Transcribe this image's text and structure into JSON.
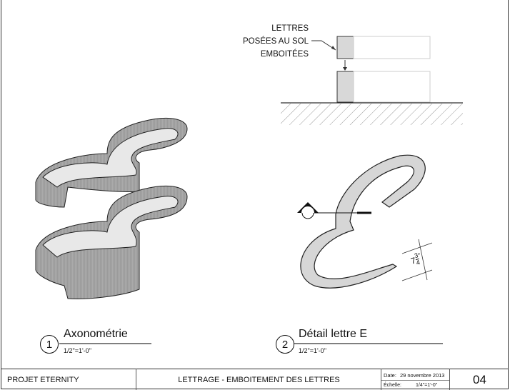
{
  "section_detail": {
    "label_lines": [
      "LETTRES",
      "POSÉES AU SOL",
      "EMBOITÉES"
    ]
  },
  "views": [
    {
      "number": "1",
      "title": "Axonométrie",
      "scale": "1/2\"=1'-0\""
    },
    {
      "number": "2",
      "title": "Détail lettre E",
      "scale": "1/2\"=1'-0\""
    }
  ],
  "dimension": {
    "whole": "7",
    "num": "3",
    "den": "4",
    "unit": "\""
  },
  "title_block": {
    "project": "PROJET ETERNITY",
    "sheet_title": "LETTRAGE - EMBOITEMENT DES LETTRES",
    "date_label": "Date:",
    "date_value": "29 novembre 2013",
    "scale_label": "Échelle:",
    "scale_value": "1/4\"=1'-0\"",
    "sheet_number": "04"
  }
}
